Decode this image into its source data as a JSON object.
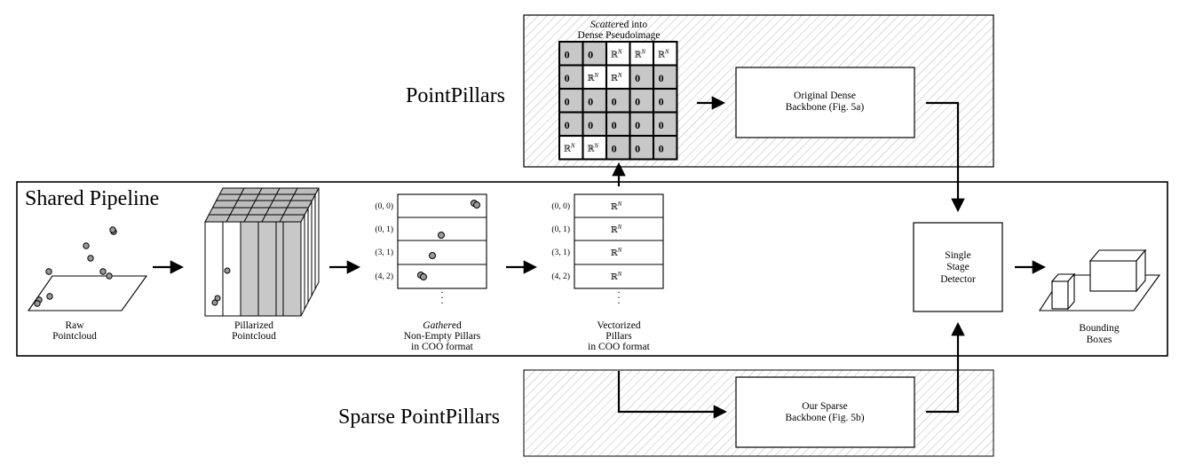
{
  "titles": {
    "pointpillars": "PointPillars",
    "shared_pipeline": "Shared Pipeline",
    "sparse_pointpillars": "Sparse PointPillars"
  },
  "pseudoimage": {
    "caption_line1_italic": "Scatter",
    "caption_line1_rest": "ed into",
    "caption_line2": "Dense Pseudoimage",
    "grid": [
      [
        "o",
        "o",
        "R",
        "R",
        "R"
      ],
      [
        "o",
        "R",
        "R",
        "o",
        "o"
      ],
      [
        "o",
        "o",
        "o",
        "o",
        "o"
      ],
      [
        "o",
        "o",
        "o",
        "o",
        "o"
      ],
      [
        "R",
        "R",
        "o",
        "o",
        "o"
      ]
    ],
    "zero_symbol": "0⃗",
    "vector_symbol": "ℝ",
    "vector_exp": "N"
  },
  "boxes": {
    "dense_backbone": [
      "Original Dense",
      "Backbone (Fig. 5a)"
    ],
    "sparse_backbone": [
      "Our Sparse",
      "Backbone (Fig. 5b)"
    ],
    "detector": [
      "Single",
      "Stage",
      "Detector"
    ]
  },
  "stages": {
    "raw": [
      "Raw",
      "Pointcloud"
    ],
    "pillarized": [
      "Pillarized",
      "Pointcloud"
    ],
    "gathered_italic": "Gather",
    "gathered_rest": "ed",
    "gathered": [
      "Non-Empty Pillars",
      "in COO format"
    ],
    "vectorized": [
      "Vectorized",
      "Pillars",
      "in COO format"
    ],
    "bounding": [
      "Bounding",
      "Boxes"
    ]
  },
  "coo_labels": [
    "(0, 0)",
    "(0, 1)",
    "(3, 1)",
    "(4, 2)"
  ],
  "colors": {
    "filled_cell": "#c8c8c8",
    "hatch": "#b0b0b0",
    "point_fill": "#9a9a9a"
  }
}
